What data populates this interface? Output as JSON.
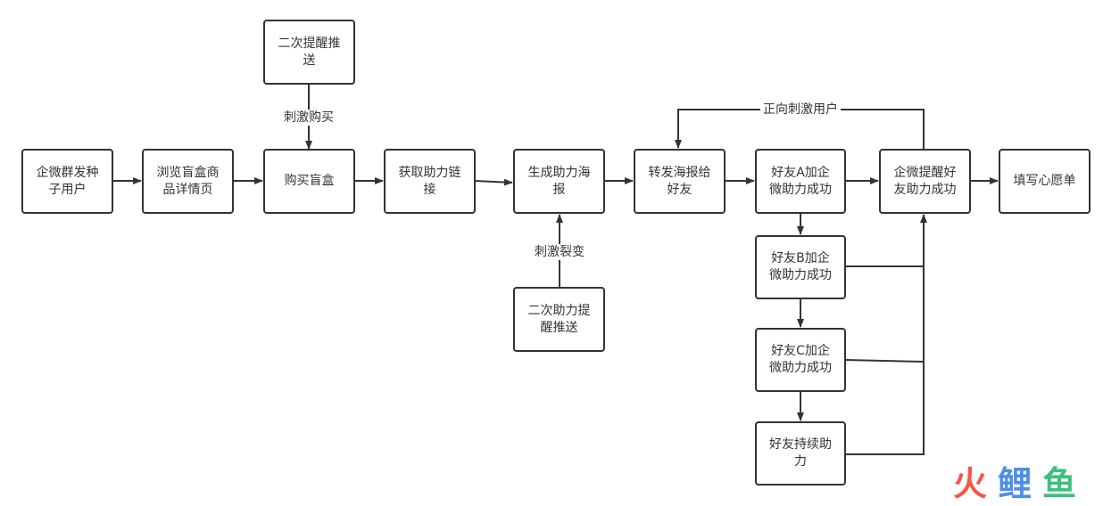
{
  "nodes": {
    "n1": "企微群发种子用户",
    "n2": "浏览盲盒商品详情页",
    "n3": "购买盲盒",
    "n4": "获取助力链接",
    "n5": "生成助力海报",
    "n6": "转发海报给好友",
    "n7": "好友A加企微助力成功",
    "n8": "企微提醒好友助力成功",
    "n9": "填写心愿单",
    "n10": "二次提醒推送",
    "n11": "二次助力提醒推送",
    "n12": "好友B加企微助力成功",
    "n13": "好友C加企微助力成功",
    "n14": "好友持续助力"
  },
  "edge_labels": {
    "stimulate_purchase": "刺激购买",
    "stimulate_fission": "刺激裂变",
    "positive_stimulus": "正向刺激用户"
  },
  "watermark": {
    "chars": [
      "火",
      "鲤",
      "鱼"
    ],
    "colors": [
      "#f2574a",
      "#4e8fe6",
      "#3ebf7a"
    ]
  },
  "colors": {
    "stroke": "#333333"
  }
}
